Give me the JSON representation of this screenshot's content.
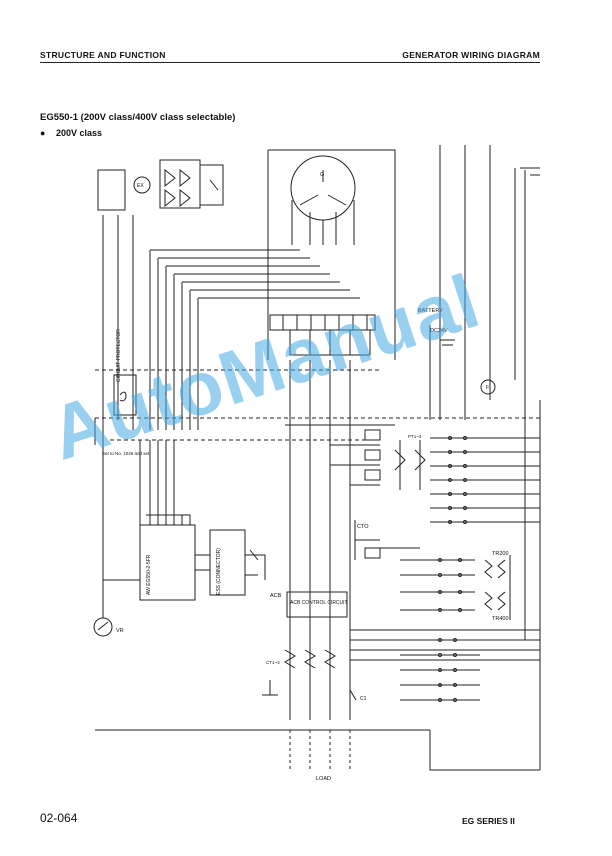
{
  "header": {
    "left": "STRUCTURE AND FUNCTION",
    "right": "GENERATOR WIRING DIAGRAM"
  },
  "title": "EG550-1 (200V class/400V class selectable)",
  "subtitle": "200V class",
  "diagram": {
    "labels": {
      "battery": "BATTERY",
      "dc24v": "DC24V",
      "circuit_protector": "CIRCUIT PROTECTOR",
      "setting_note": "Set to No. 1046 and set",
      "aw_box": "AW EG550-2-5FR",
      "ess_box": "ESS (CONNECTOR)",
      "cto": "CTO",
      "acb": "ACB",
      "acb_circuit": "ACB CONTROL CIRCUIT",
      "tr200": "TR200",
      "tr400": "TR400",
      "ct": "CT1~3",
      "pt": "PT1~3",
      "load": "LOAD",
      "vr": "VR",
      "ex": "EX",
      "g": "G",
      "f": "F",
      "c1": "C1"
    }
  },
  "footer": {
    "page": "02-064",
    "series": "EG SERIES II"
  },
  "watermark": "AutoManual",
  "colors": {
    "ink": "#222222",
    "watermark": "#46aae1"
  }
}
